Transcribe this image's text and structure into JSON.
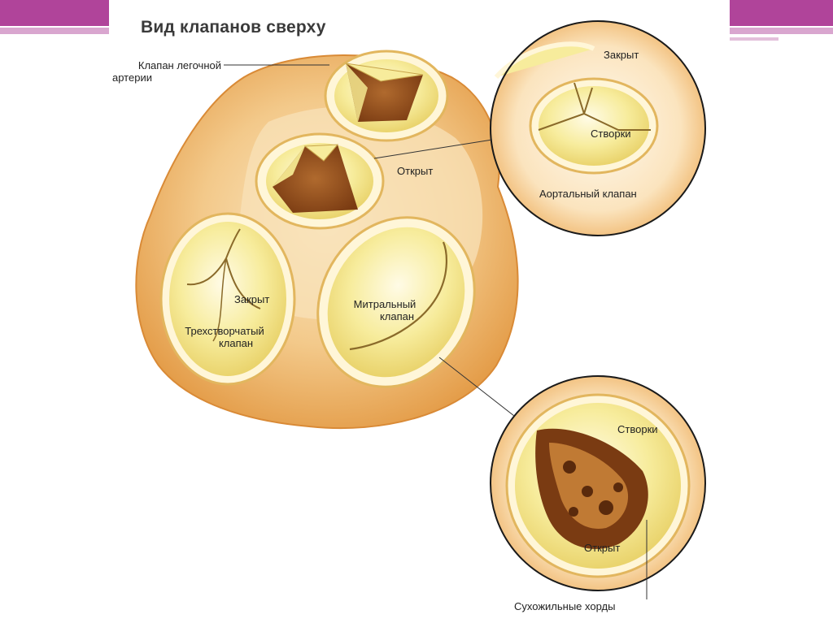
{
  "title": "Вид клапанов сверху",
  "labels": {
    "pulmonary_valve_line1": "Клапан легочной",
    "pulmonary_valve_line2": "артерии",
    "open_top": "Открыт",
    "closed_top": "Закрыт",
    "cusps_top": "Створки",
    "aortic_valve": "Аортальный клапан",
    "closed_left": "Закрыт",
    "tricuspid_line1": "Трехстворчатый",
    "tricuspid_line2": "клапан",
    "mitral_line1": "Митральный",
    "mitral_line2": "клапан",
    "cusps_bottom": "Створки",
    "open_bottom": "Открыт",
    "chordae": "Сухожильные хорды"
  },
  "colors": {
    "header_bar": "#b0449a",
    "header_bar_light": "#d9a6cf",
    "tissue": "#e8a24e",
    "tissue_light": "#f6d9a8",
    "valve_ring": "#fff6d8",
    "valve_fill": "#f2e28a",
    "valve_dark": "#7a3b12",
    "leader": "#333333"
  }
}
